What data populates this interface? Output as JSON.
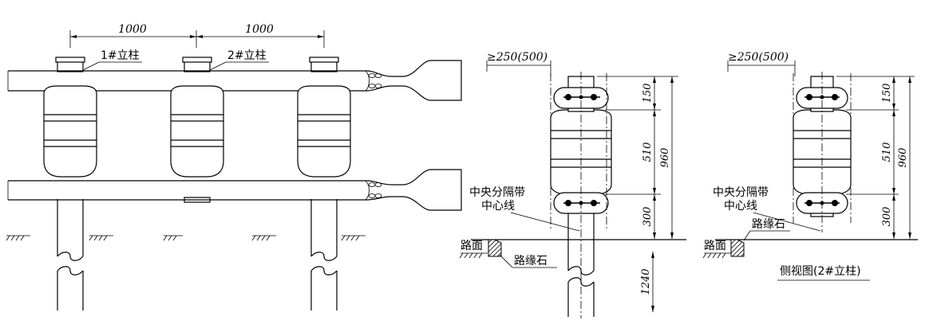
{
  "front_view": {
    "spacing_dims": [
      "1000",
      "1000"
    ],
    "post_labels": [
      "1#立柱",
      "2#立柱"
    ]
  },
  "side_view_median": {
    "offset_dim": "≥250(500)",
    "dims": {
      "top": "150",
      "middle": "510",
      "bottom": "300",
      "total": "960",
      "embed": "1240"
    },
    "labels": {
      "median_center_line_1": "中央分隔带",
      "median_center_line_2": "中心线",
      "road_surface": "路面",
      "curb": "路缘石"
    }
  },
  "side_view_post2": {
    "offset_dim": "≥250(500)",
    "dims": {
      "top": "150",
      "middle": "510",
      "bottom": "300",
      "total": "960"
    },
    "labels": {
      "median_center_line_1": "中央分隔带",
      "median_center_line_2": "中心线",
      "road_surface": "路面",
      "curb": "路缘石"
    },
    "caption": "侧视图(2#立柱)"
  }
}
